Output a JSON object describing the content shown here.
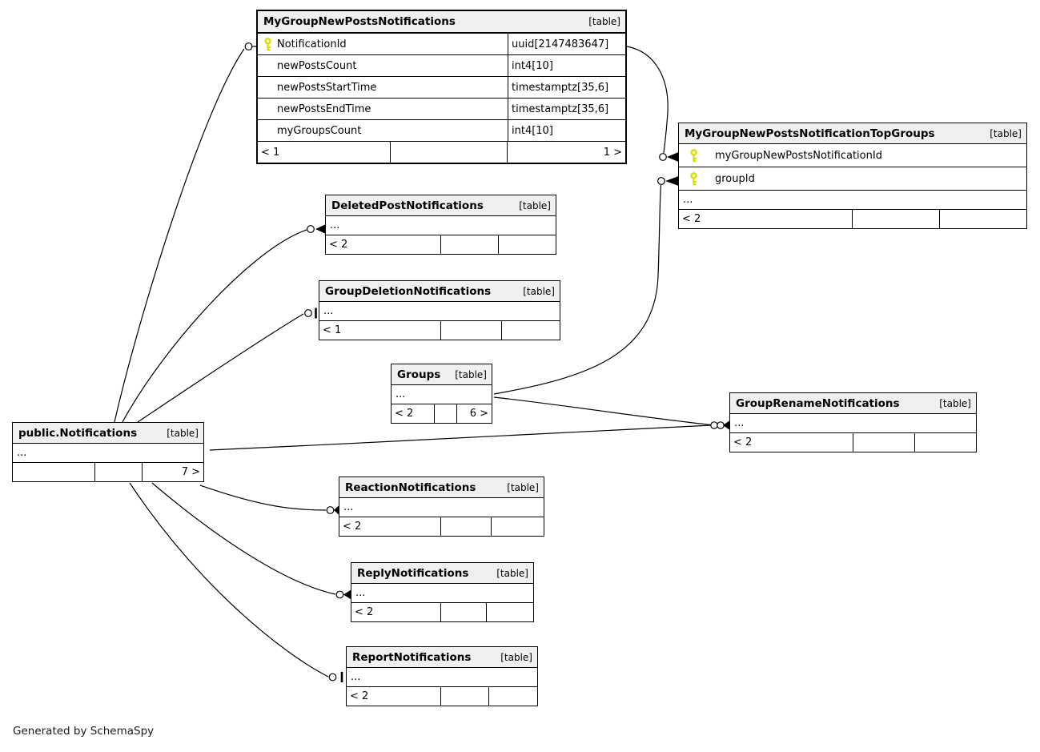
{
  "diagram": {
    "credit": "Generated by SchemaSpy",
    "colors": {
      "header_bg": "#efefef",
      "border": "#000000",
      "key_icon": "#dddd00",
      "line": "#000000"
    }
  },
  "tables": {
    "myGroupNewPostsNotifications": {
      "title": "MyGroupNewPostsNotifications",
      "tag": "[table]",
      "columns": [
        {
          "name": "NotificationId",
          "type": "uuid[2147483647]",
          "pk": true
        },
        {
          "name": "newPostsCount",
          "type": "int4[10]",
          "pk": false
        },
        {
          "name": "newPostsStartTime",
          "type": "timestamptz[35,6]",
          "pk": false
        },
        {
          "name": "newPostsEndTime",
          "type": "timestamptz[35,6]",
          "pk": false
        },
        {
          "name": "myGroupsCount",
          "type": "int4[10]",
          "pk": false
        }
      ],
      "footer": {
        "left": "< 1",
        "right": "1 >"
      }
    },
    "myGroupNewPostsNotificationTopGroups": {
      "title": "MyGroupNewPostsNotificationTopGroups",
      "tag": "[table]",
      "keys": [
        "myGroupNewPostsNotificationId",
        "groupId"
      ],
      "ellipsis": "...",
      "footer": {
        "left": "< 2"
      }
    },
    "deletedPostNotifications": {
      "title": "DeletedPostNotifications",
      "tag": "[table]",
      "ellipsis": "...",
      "footer": {
        "left": "< 2"
      }
    },
    "groupDeletionNotifications": {
      "title": "GroupDeletionNotifications",
      "tag": "[table]",
      "ellipsis": "...",
      "footer": {
        "left": "< 1"
      }
    },
    "groups": {
      "title": "Groups",
      "tag": "[table]",
      "ellipsis": "...",
      "footer": {
        "left": "< 2",
        "right": "6 >"
      }
    },
    "publicNotifications": {
      "title": "public.Notifications",
      "tag": "[table]",
      "ellipsis": "...",
      "footer": {
        "right": "7 >"
      }
    },
    "groupRenameNotifications": {
      "title": "GroupRenameNotifications",
      "tag": "[table]",
      "ellipsis": "...",
      "footer": {
        "left": "< 2"
      }
    },
    "reactionNotifications": {
      "title": "ReactionNotifications",
      "tag": "[table]",
      "ellipsis": "...",
      "footer": {
        "left": "< 2"
      }
    },
    "replyNotifications": {
      "title": "ReplyNotifications",
      "tag": "[table]",
      "ellipsis": "...",
      "footer": {
        "left": "< 2"
      }
    },
    "reportNotifications": {
      "title": "ReportNotifications",
      "tag": "[table]",
      "ellipsis": "...",
      "footer": {
        "left": "< 2"
      }
    }
  },
  "relationships": [
    {
      "parent": "public.Notifications",
      "child": "MyGroupNewPostsNotifications"
    },
    {
      "parent": "public.Notifications",
      "child": "DeletedPostNotifications"
    },
    {
      "parent": "public.Notifications",
      "child": "GroupDeletionNotifications"
    },
    {
      "parent": "public.Notifications",
      "child": "GroupRenameNotifications"
    },
    {
      "parent": "public.Notifications",
      "child": "ReactionNotifications"
    },
    {
      "parent": "public.Notifications",
      "child": "ReplyNotifications"
    },
    {
      "parent": "public.Notifications",
      "child": "ReportNotifications"
    },
    {
      "parent": "MyGroupNewPostsNotifications",
      "child": "MyGroupNewPostsNotificationTopGroups"
    },
    {
      "parent": "Groups",
      "child": "MyGroupNewPostsNotificationTopGroups"
    },
    {
      "parent": "Groups",
      "child": "GroupRenameNotifications"
    }
  ]
}
